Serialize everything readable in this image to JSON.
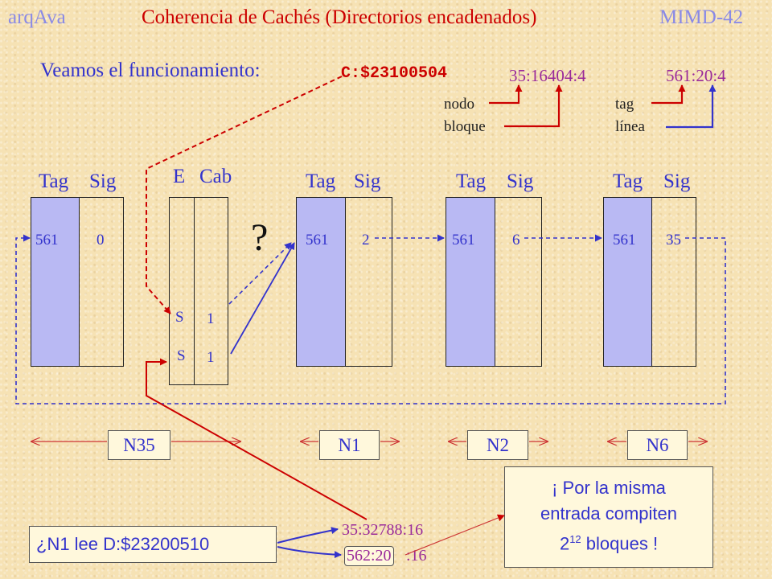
{
  "header": {
    "left": "arqAva",
    "title": "Coherencia de Cachés (Directorios encadenados)",
    "right": "MIMD-42"
  },
  "intro": {
    "text": "Veamos el funcionamiento:",
    "command": "C:$23100504"
  },
  "decode": {
    "block_address": "35:16404:4",
    "cache_address": "561:20:4",
    "label_nodo": "nodo",
    "label_bloque": "bloque",
    "label_tag": "tag",
    "label_linea": "línea"
  },
  "columns": {
    "tag": "Tag",
    "sig": "Sig",
    "e": "E",
    "cab": "Cab"
  },
  "caches": [
    {
      "tag": "561",
      "sig": "0"
    },
    {
      "tag": "561",
      "sig": "2"
    },
    {
      "tag": "561",
      "sig": "6"
    },
    {
      "tag": "561",
      "sig": "35"
    }
  ],
  "directory": {
    "rows": [
      {
        "e": "S",
        "cab": "1"
      },
      {
        "e": "S",
        "cab": "1"
      }
    ]
  },
  "question_mark": "?",
  "nodes": [
    "N35",
    "N1",
    "N2",
    "N6"
  ],
  "query": {
    "text": "¿N1 lee D:$23200510",
    "result_block": "35:32788:16",
    "result_cache_prefix": "562:20",
    "result_cache_suffix": ":16"
  },
  "note": {
    "line1": "¡ Por la misma",
    "line2": "entrada compiten",
    "line3_base": "2",
    "line3_exp": "12",
    "line3_rest": " bloques !"
  },
  "colors": {
    "background": "#f6e2b4",
    "blue": "#3333cc",
    "red": "#cc0000",
    "purple": "#9a2a9a",
    "tag_fill": "#b9b9f3"
  }
}
